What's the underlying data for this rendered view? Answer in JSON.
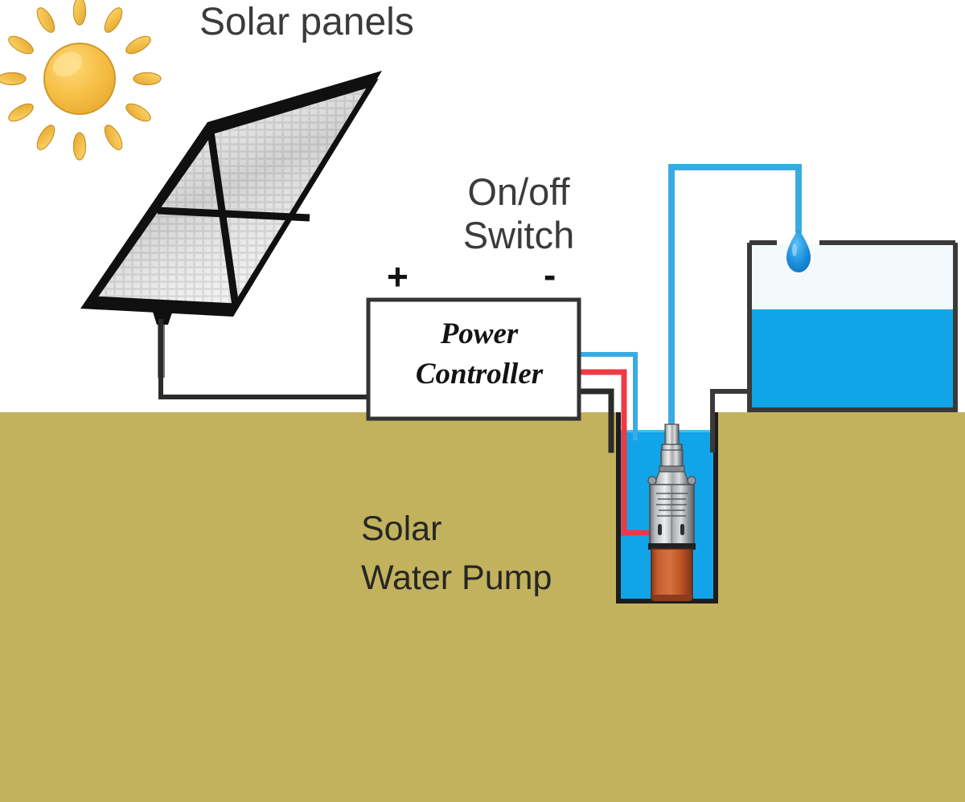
{
  "diagram": {
    "title": "Solar Water Pump System",
    "background_color": "#ffffff",
    "soil_color": "#c2b25d",
    "water_color": "#12a4e8",
    "tank_empty_color": "#f4f9fb",
    "labels": {
      "solar_panels": "Solar panels",
      "onoff_switch_line1": "On/off",
      "onoff_switch_line2": "Switch",
      "terminal_positive": "+",
      "terminal_negative": "-",
      "controller_line1": "Power",
      "controller_line2": "Controller",
      "pump_line1": "Solar",
      "pump_line2": "Water Pump"
    },
    "components": [
      {
        "name": "sun-icon",
        "label": "sun",
        "color": "#f2b93a",
        "ray_count": 12
      },
      {
        "name": "solar-panel",
        "label": "Solar panels",
        "frame_color": "#111111",
        "cell_color": "#cfcfcf",
        "sub_panels": 4
      },
      {
        "name": "power-controller",
        "label": "Power Controller",
        "box_fill": "#ffffff",
        "box_stroke": "#333333"
      },
      {
        "name": "water-tank",
        "label": "Water tank",
        "fill_level_percent": 60,
        "water_color": "#12a4e8"
      },
      {
        "name": "submersible-pump",
        "label": "Solar Water Pump",
        "body_color": "#b9bbbd",
        "motor_color": "#c85a34"
      },
      {
        "name": "well",
        "label": "Well",
        "water_color": "#12a4e8"
      }
    ],
    "wires": [
      {
        "name": "panel-to-controller",
        "color": "#2b2b2b",
        "label": "panel DC wire"
      },
      {
        "name": "controller-positive",
        "color": "#ed3b46",
        "label": "positive pump wire"
      },
      {
        "name": "controller-negative",
        "color": "#2b2b2b",
        "label": "negative pump wire"
      },
      {
        "name": "pump-delivery-pipe",
        "color": "#3aabe2",
        "label": "water delivery pipe"
      },
      {
        "name": "tank-outlet-pipe",
        "color": "#3a3a3a",
        "label": "tank outlet pipe"
      }
    ],
    "water_drop": {
      "name": "water-drop",
      "color": "#1b8fdc"
    }
  }
}
